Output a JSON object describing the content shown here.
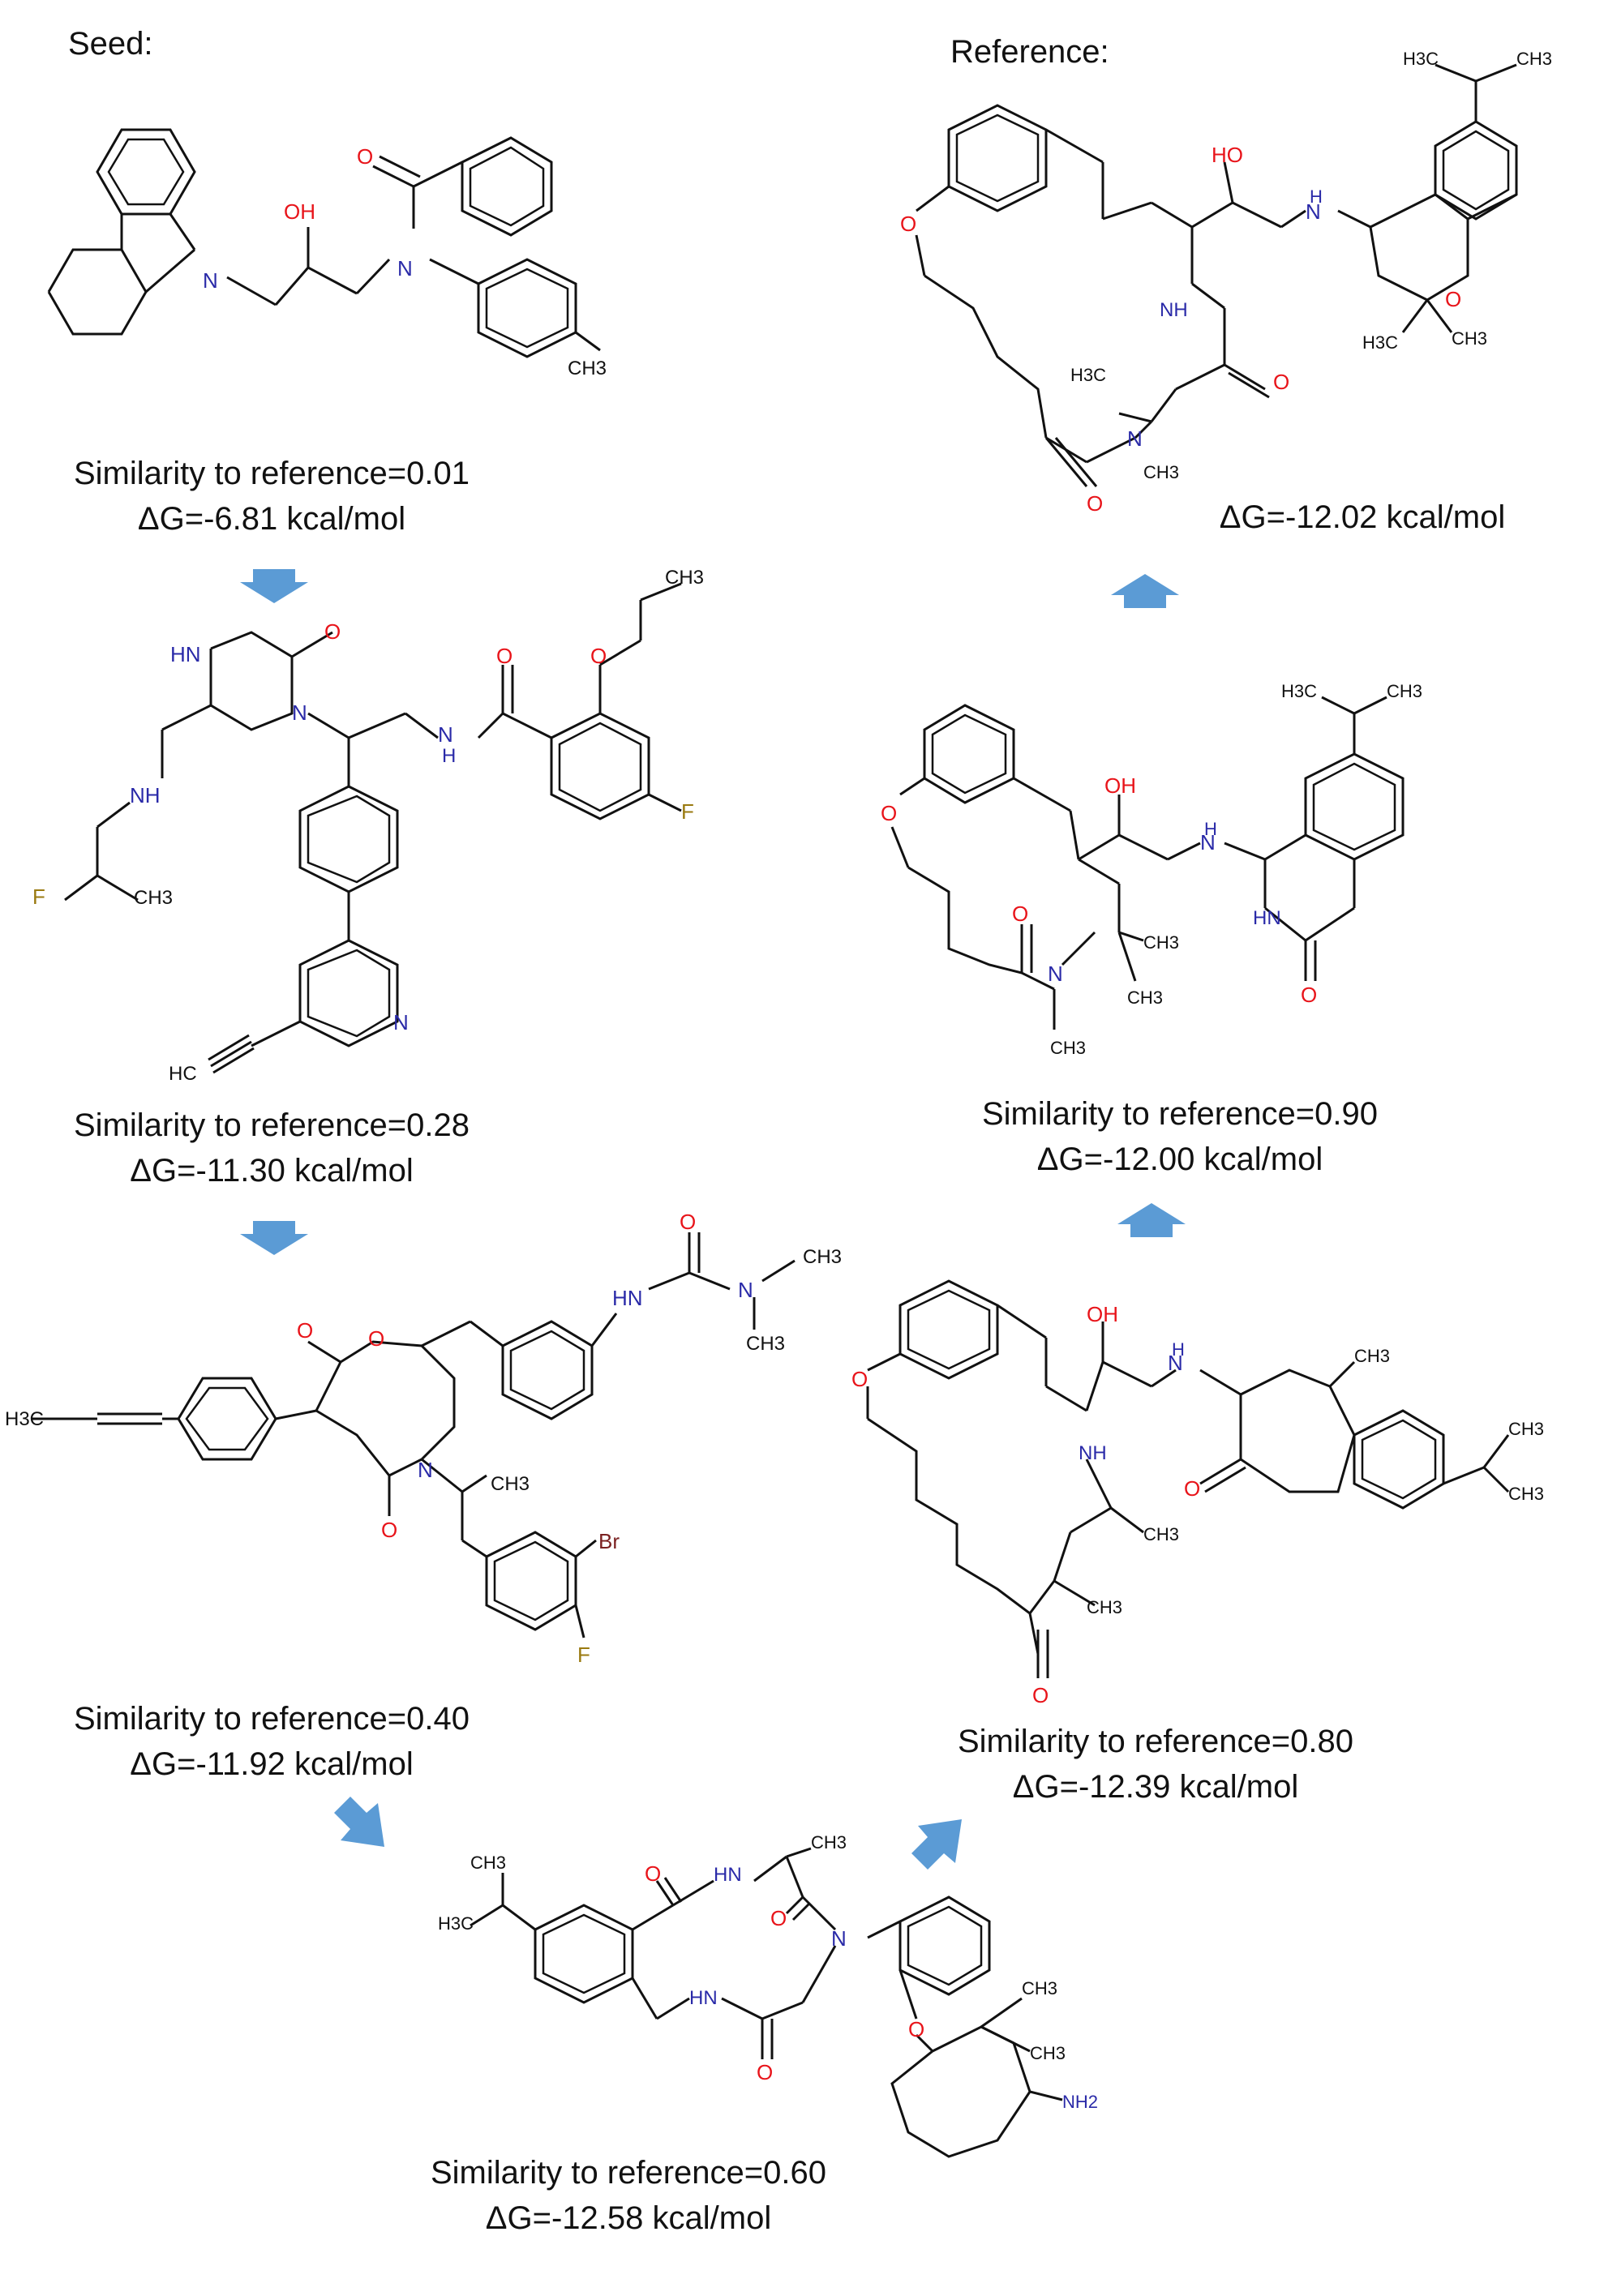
{
  "headers": {
    "seed": "Seed:",
    "reference": "Reference:"
  },
  "steps": [
    {
      "id": "seed",
      "similarity": "Similarity to reference=0.01",
      "dg": "ΔG=-6.81 kcal/mol"
    },
    {
      "id": "step1",
      "similarity": "Similarity to reference=0.28",
      "dg": "ΔG=-11.30 kcal/mol"
    },
    {
      "id": "step2",
      "similarity": "Similarity to reference=0.40",
      "dg": "ΔG=-11.92 kcal/mol"
    },
    {
      "id": "step3",
      "similarity": "Similarity to reference=0.60",
      "dg": "ΔG=-12.58 kcal/mol"
    },
    {
      "id": "step4",
      "similarity": "Similarity to reference=0.80",
      "dg": "ΔG=-12.39 kcal/mol"
    },
    {
      "id": "step5",
      "similarity": "Similarity to reference=0.90",
      "dg": "ΔG=-12.00 kcal/mol"
    },
    {
      "id": "reference",
      "similarity": "",
      "dg": "ΔG=-12.02 kcal/mol"
    }
  ],
  "atoms": {
    "oh": "OH",
    "ho": "HO",
    "o": "O",
    "n": "N",
    "nh": "NH",
    "hn": "HN",
    "h": "H",
    "f": "F",
    "br": "Br",
    "ch3": "CH3",
    "h3c": "H3C",
    "hc": "HC",
    "nh2": "NH2"
  },
  "colors": {
    "arrow": "#5b9bd5",
    "oxygen": "#e8141a",
    "nitrogen": "#2a2aa8",
    "fluorine": "#9a7a10",
    "bromine": "#7a2020",
    "bond": "#111111"
  }
}
